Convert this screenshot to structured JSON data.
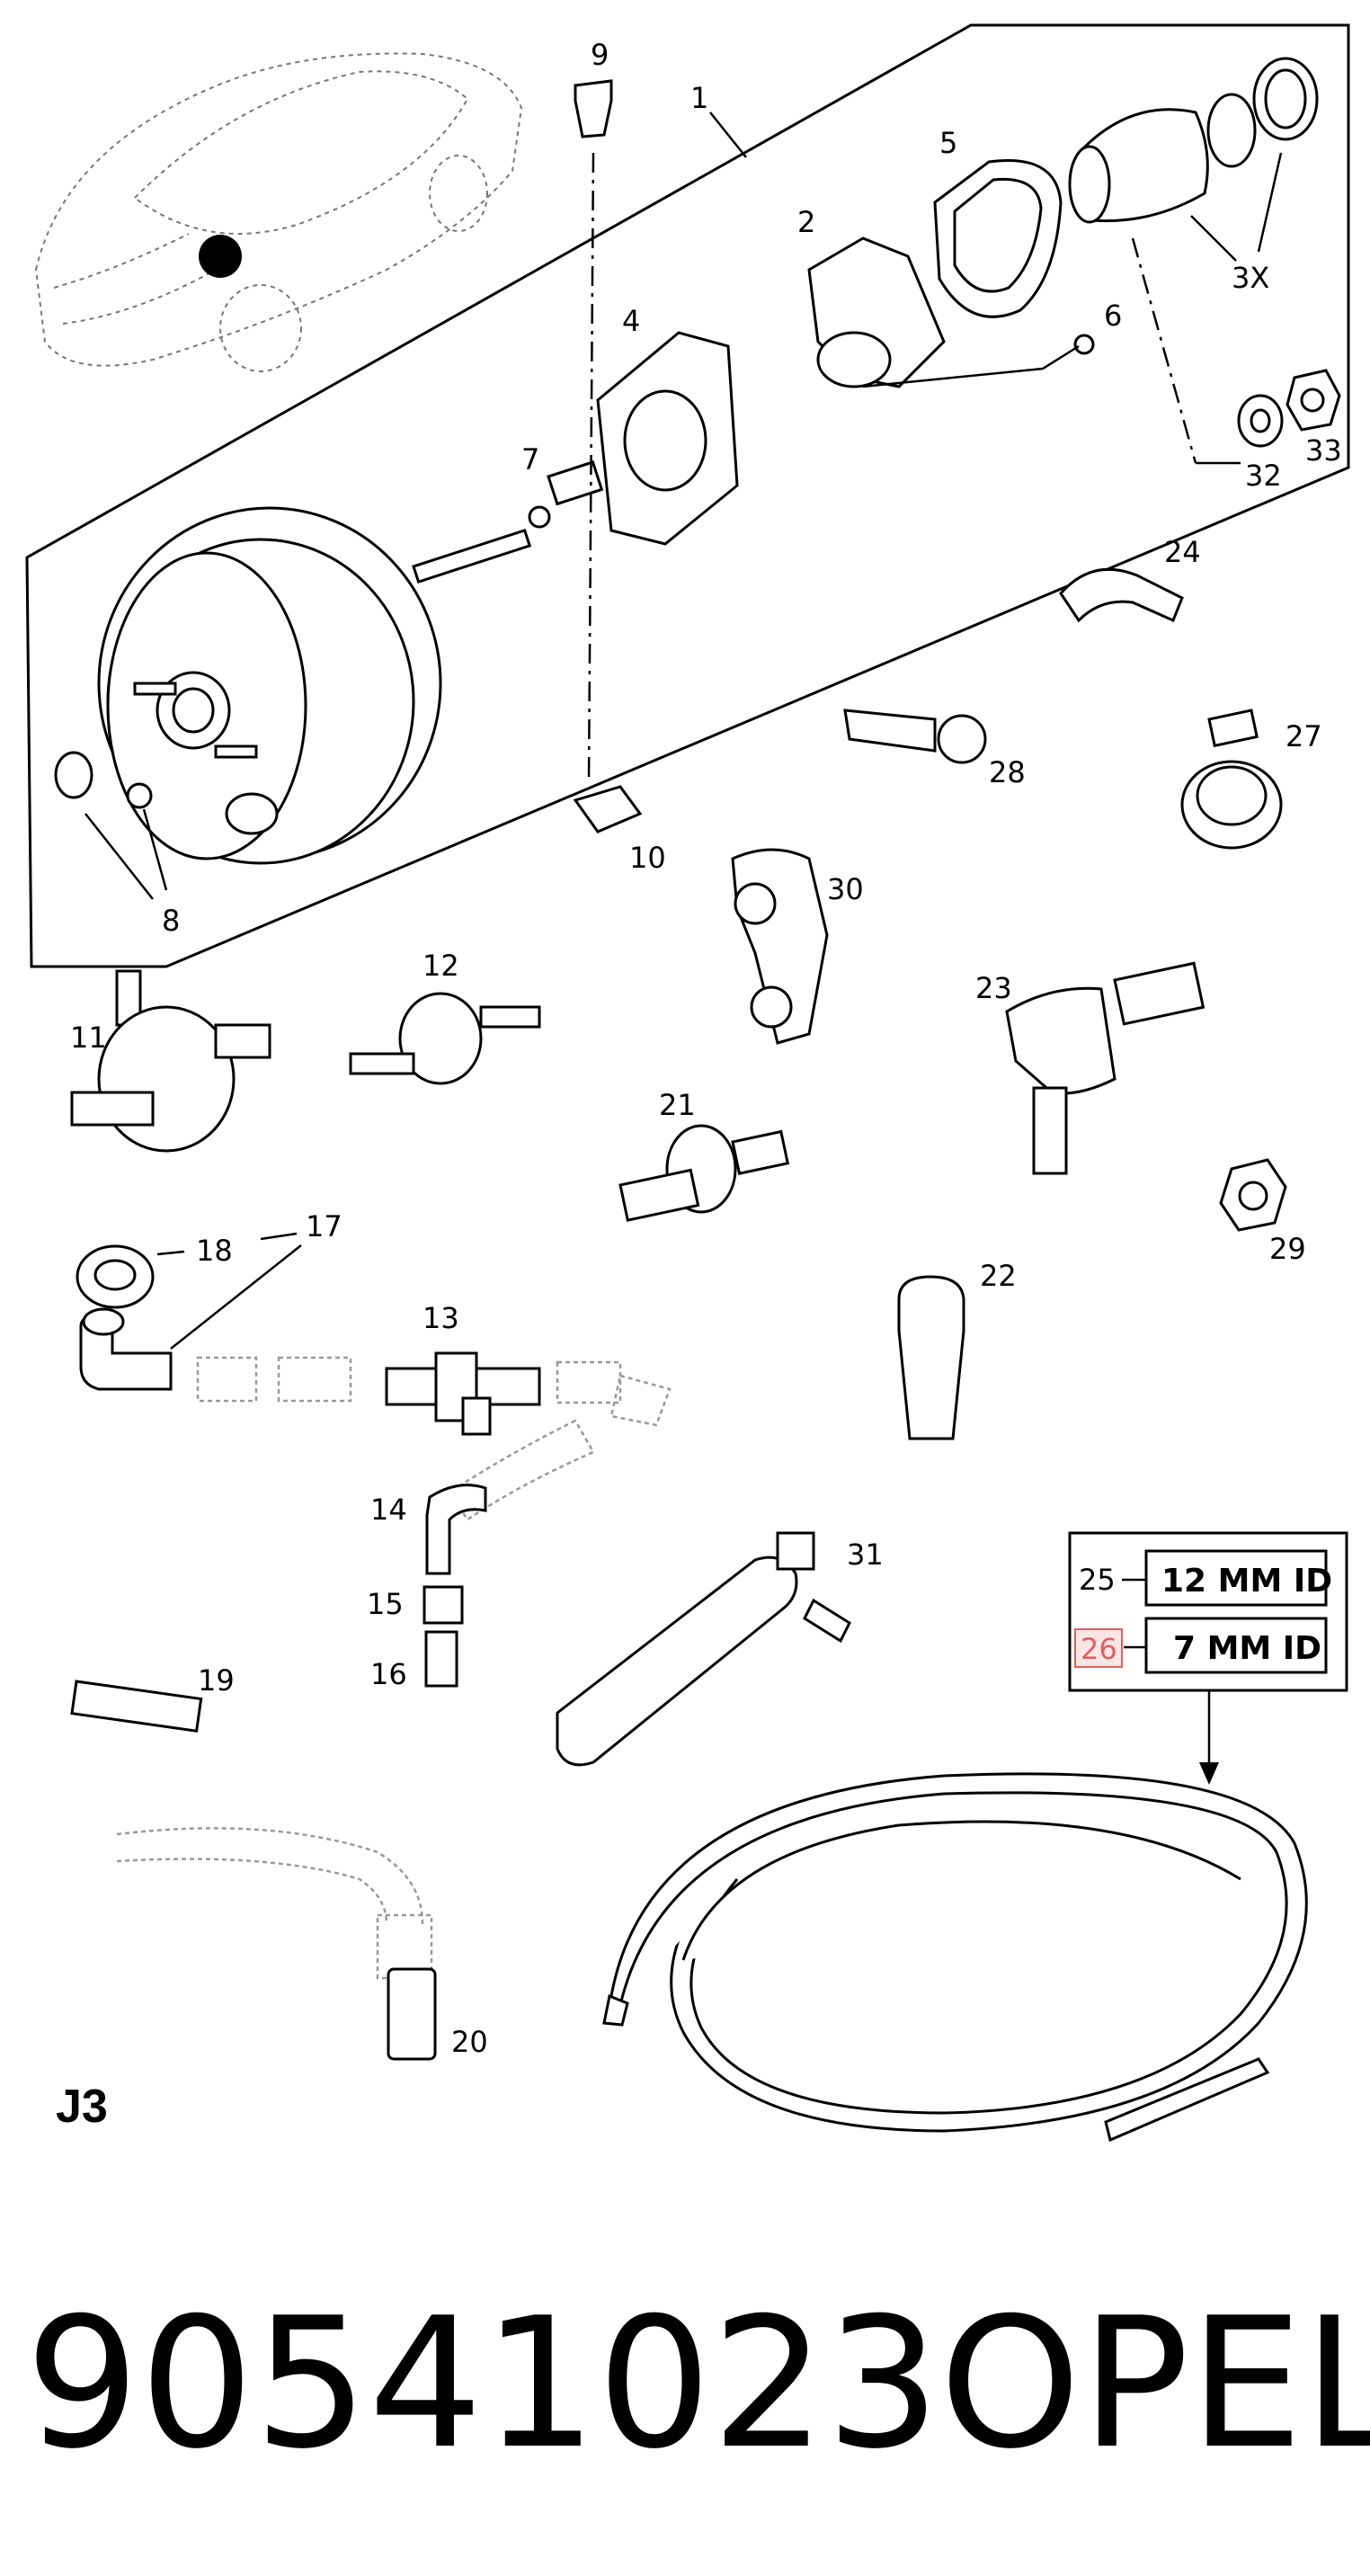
{
  "callouts": {
    "c1": "1",
    "c2": "2",
    "c3x": "3X",
    "c4": "4",
    "c5": "5",
    "c6": "6",
    "c7": "7",
    "c8": "8",
    "c9": "9",
    "c10": "10",
    "c11": "11",
    "c12": "12",
    "c13": "13",
    "c14": "14",
    "c15": "15",
    "c16": "16",
    "c17": "17",
    "c18": "18",
    "c19": "19",
    "c20": "20",
    "c21": "21",
    "c22": "22",
    "c23": "23",
    "c24": "24",
    "c25": "25",
    "c26": "26",
    "c27": "27",
    "c28": "28",
    "c29": "29",
    "c30": "30",
    "c31": "31",
    "c32": "32",
    "c33": "33"
  },
  "hose_spec": {
    "row_25": "12 MM ID",
    "row_26": "7 MM ID",
    "highlight_color": "#e06060"
  },
  "page_code": "J3",
  "footer": {
    "part_number": "90541023",
    "brand": "OPEL"
  }
}
